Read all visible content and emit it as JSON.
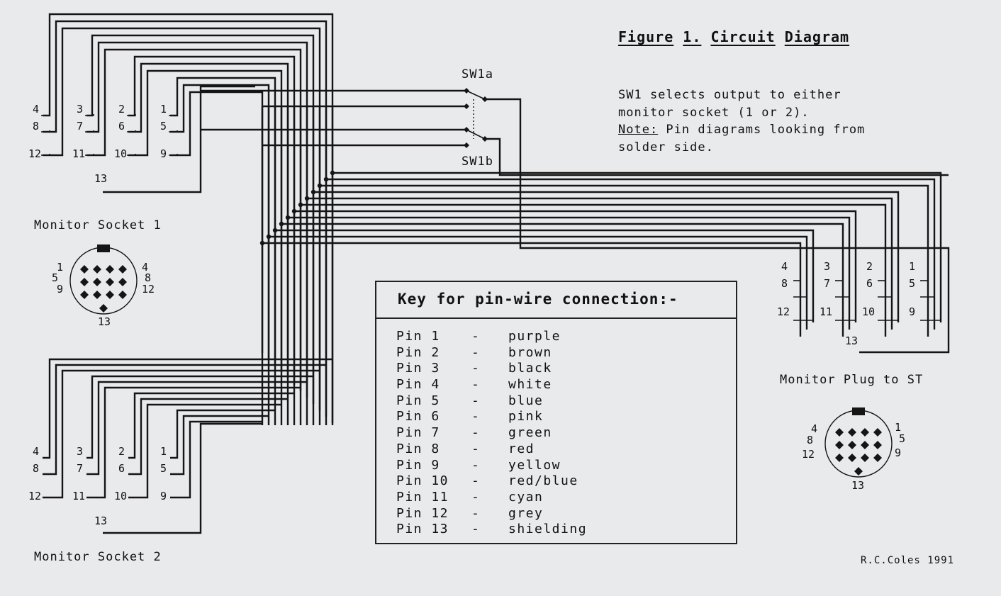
{
  "figure_title": [
    "Figure",
    "1.",
    "Circuit",
    "Diagram"
  ],
  "note": {
    "line1": "SW1 selects output to either",
    "line2": "monitor socket (1 or 2).",
    "note_label": "Note:",
    "line3_rest": " Pin diagrams looking from",
    "line4": "solder side."
  },
  "switch": {
    "a": "SW1a",
    "b": "SW1b"
  },
  "socket1": {
    "label": "Monitor Socket 1",
    "pins": [
      "4",
      "8",
      "12",
      "3",
      "7",
      "11",
      "2",
      "6",
      "10",
      "1",
      "5",
      "9",
      "13"
    ]
  },
  "socket2": {
    "label": "Monitor Socket 2",
    "pins": [
      "4",
      "8",
      "12",
      "3",
      "7",
      "11",
      "2",
      "6",
      "10",
      "1",
      "5",
      "9",
      "13"
    ]
  },
  "plug": {
    "label": "Monitor Plug to ST",
    "pins": [
      "4",
      "8",
      "12",
      "3",
      "7",
      "11",
      "2",
      "6",
      "10",
      "1",
      "5",
      "9",
      "13"
    ]
  },
  "connector_face_1": {
    "left": [
      "1",
      "5",
      "9"
    ],
    "right": [
      "4",
      "8",
      "12"
    ],
    "bottom": "13"
  },
  "connector_face_plug": {
    "left": [
      "4",
      "8",
      "12"
    ],
    "right": [
      "1",
      "5",
      "9"
    ],
    "bottom": "13"
  },
  "key": {
    "title": "Key for pin-wire connection:-",
    "rows": [
      {
        "pin": "Pin 1",
        "dash": "-",
        "color": "purple"
      },
      {
        "pin": "Pin 2",
        "dash": "-",
        "color": "brown"
      },
      {
        "pin": "Pin 3",
        "dash": "-",
        "color": "black"
      },
      {
        "pin": "Pin 4",
        "dash": "-",
        "color": "white"
      },
      {
        "pin": "Pin 5",
        "dash": "-",
        "color": "blue"
      },
      {
        "pin": "Pin 6",
        "dash": "-",
        "color": "pink"
      },
      {
        "pin": "Pin 7",
        "dash": "-",
        "color": "green"
      },
      {
        "pin": "Pin 8",
        "dash": "-",
        "color": "red"
      },
      {
        "pin": "Pin 9",
        "dash": "-",
        "color": "yellow"
      },
      {
        "pin": "Pin 10",
        "dash": "-",
        "color": "red/blue"
      },
      {
        "pin": "Pin 11",
        "dash": "-",
        "color": "cyan"
      },
      {
        "pin": "Pin 12",
        "dash": "-",
        "color": "grey"
      },
      {
        "pin": "Pin 13",
        "dash": "-",
        "color": "shielding"
      }
    ]
  },
  "credit": "R.C.Coles 1991"
}
